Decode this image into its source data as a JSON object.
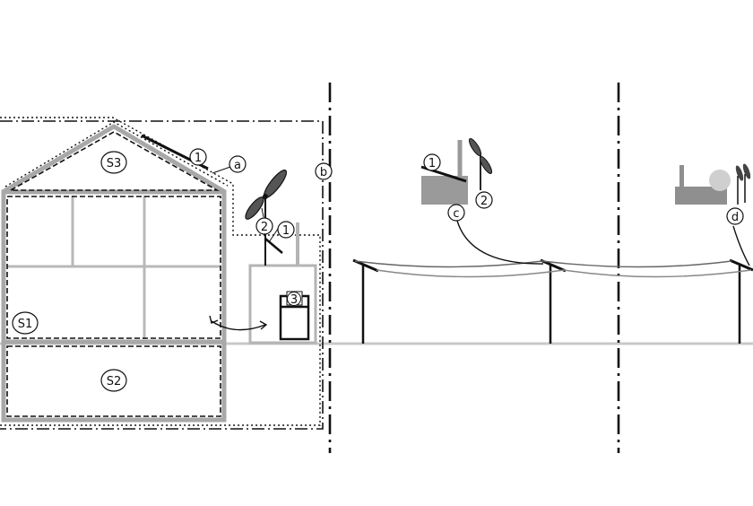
{
  "labels": {
    "zone_attic": "S3",
    "zone_living": "S1",
    "zone_basement": "S2",
    "pv_house": "1",
    "pv_shed": "1",
    "pv_factory": "1",
    "wind_house": "2",
    "wind_factory": "2",
    "storage": "3",
    "boundary_building": "a",
    "boundary_site": "b",
    "link_factory": "c",
    "link_industrial": "d"
  },
  "colors": {
    "line": "#111111",
    "mid_gray": "#8c8c8c",
    "light_gray": "#bdbdbd",
    "ground": "#c8c8c8",
    "dark_fill": "#555555"
  }
}
